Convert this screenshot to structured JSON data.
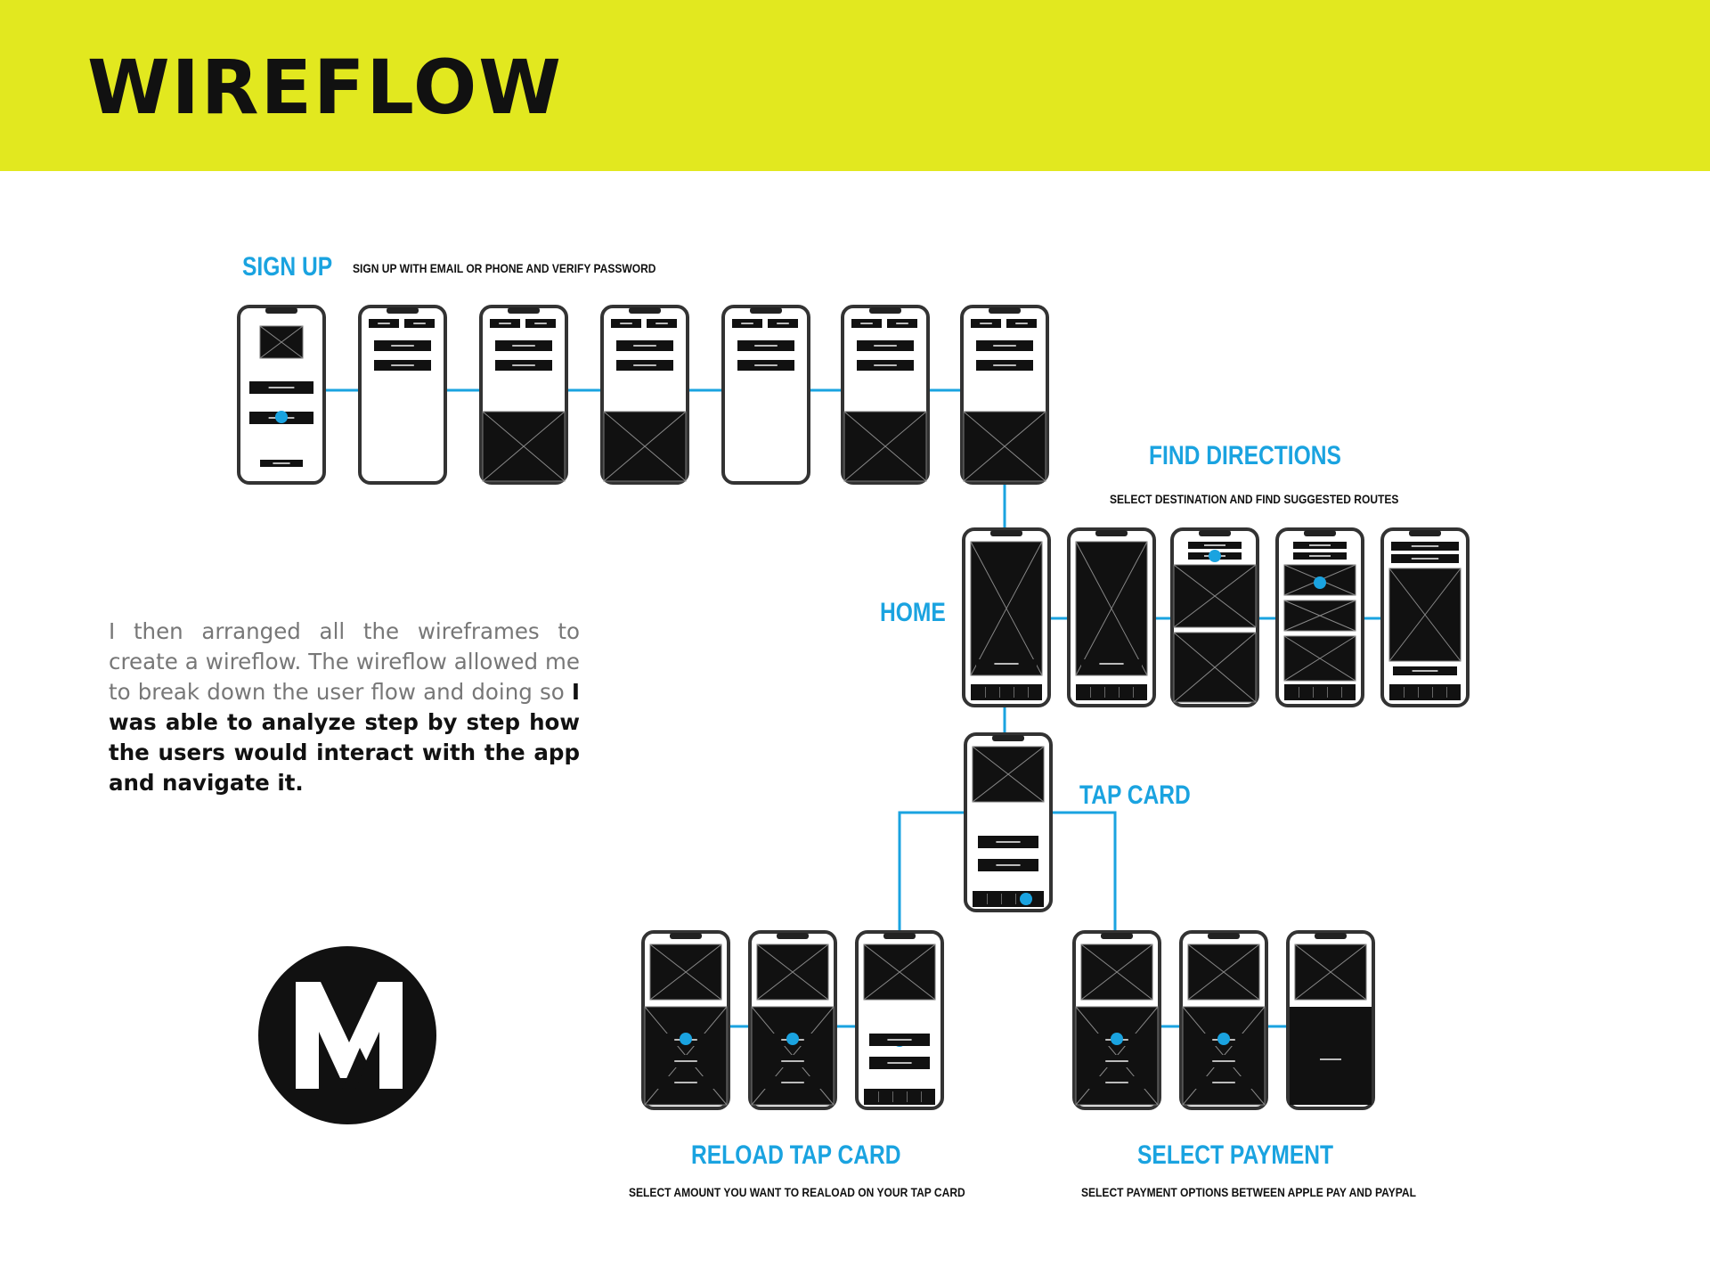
{
  "header": {
    "title": "WIREFLOW"
  },
  "colors": {
    "banner": "#e2e81f",
    "accent": "#1aa3e0",
    "dark": "#111111"
  },
  "sections": {
    "sign_up": {
      "title": "SIGN UP",
      "subtitle": "SIGN UP WITH EMAIL OR PHONE AND VERIFY PASSWORD"
    },
    "find_directions": {
      "title": "FIND DIRECTIONS",
      "subtitle": "SELECT DESTINATION AND FIND SUGGESTED ROUTES"
    },
    "home": {
      "title": "HOME"
    },
    "tap_card": {
      "title": "TAP CARD"
    },
    "reload_tap_card": {
      "title": "RELOAD TAP CARD",
      "subtitle": "SELECT AMOUNT YOU WANT TO REALOAD ON YOUR TAP CARD"
    },
    "select_payment": {
      "title": "SELECT PAYMENT",
      "subtitle": "SELECT PAYMENT OPTIONS BETWEEN APPLE PAY AND PAYPAL"
    }
  },
  "intro": {
    "text_plain": "I then arranged all the wireframes to create a wireflow. The wireflow allowed me to break down the user flow and doing so ",
    "text_bold": "I was able to analyze step by step how the users would interact with the app and navigate it."
  },
  "logo": {
    "letter": "M"
  }
}
